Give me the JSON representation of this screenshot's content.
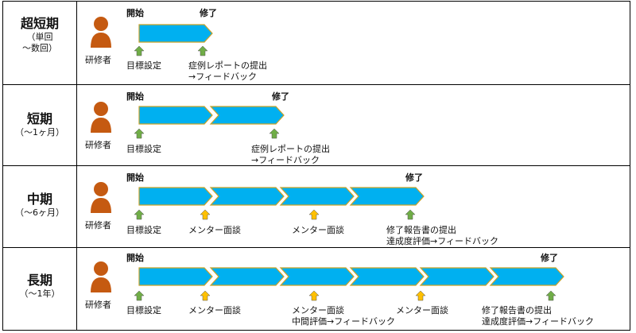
{
  "rows": [
    {
      "title": "超短期",
      "subtitle_lines": [
        "（単回",
        "～数回）"
      ],
      "person": "研修者",
      "start_label": "開始",
      "end_label": "修了",
      "events": [
        {
          "lines": [
            "目標設定"
          ],
          "color": "green"
        },
        {
          "lines": [
            "症例レポートの提出",
            "→フィードバック"
          ],
          "color": "green"
        }
      ]
    },
    {
      "title": "短期",
      "subtitle_lines": [
        "（～1ヶ月）"
      ],
      "person": "研修者",
      "start_label": "開始",
      "end_label": "修了",
      "events": [
        {
          "lines": [
            "目標設定"
          ],
          "color": "green"
        },
        {
          "lines": [
            "症例レポートの提出",
            "→フィードバック"
          ],
          "color": "green"
        }
      ]
    },
    {
      "title": "中期",
      "subtitle_lines": [
        "（～6ヶ月）"
      ],
      "person": "研修者",
      "start_label": "開始",
      "end_label": "修了",
      "events": [
        {
          "lines": [
            "目標設定"
          ],
          "color": "green"
        },
        {
          "lines": [
            "メンター面談"
          ],
          "color": "orange"
        },
        {
          "lines": [
            "メンター面談"
          ],
          "color": "orange"
        },
        {
          "lines": [
            "修了報告書の提出",
            "達成度評価→フィードバック"
          ],
          "color": "green"
        }
      ]
    },
    {
      "title": "長期",
      "subtitle_lines": [
        "（～1年）"
      ],
      "person": "研修者",
      "start_label": "開始",
      "end_label": "修了",
      "events": [
        {
          "lines": [
            "目標設定"
          ],
          "color": "green"
        },
        {
          "lines": [
            "メンター面談"
          ],
          "color": "orange"
        },
        {
          "lines": [
            "メンター面談",
            "中間評価→フィードバック"
          ],
          "color": "orange"
        },
        {
          "lines": [
            "メンター面談"
          ],
          "color": "orange"
        },
        {
          "lines": [
            "修了報告書の提出",
            "達成度評価→フィードバック"
          ],
          "color": "green"
        }
      ]
    }
  ],
  "colors": {
    "chevron_fill": "#00B0F0",
    "chevron_stroke": "#C9A227",
    "arrow_green": "#70AD47",
    "arrow_orange": "#FFC000",
    "person": "#C55A11"
  }
}
